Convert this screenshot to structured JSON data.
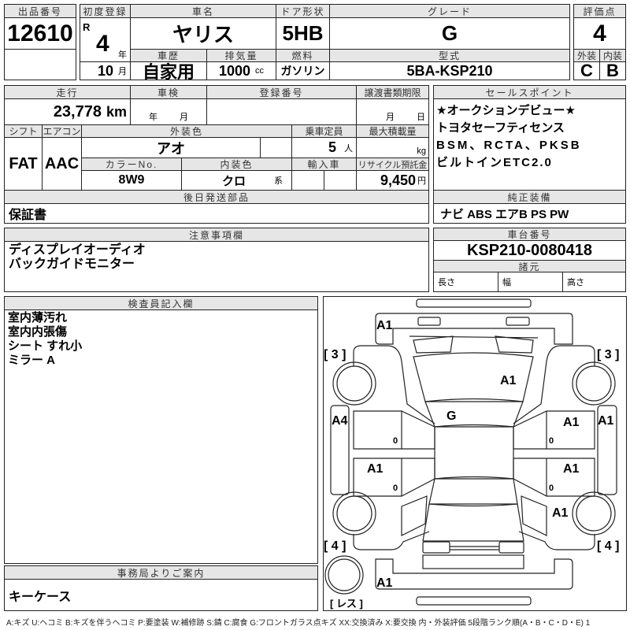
{
  "lot": {
    "label": "出品番号",
    "value": "12610"
  },
  "first_reg": {
    "label": "初度登録",
    "era": "R",
    "year": "4",
    "year_unit": "年",
    "month": "10",
    "month_unit": "月"
  },
  "car_name": {
    "label": "車名",
    "value": "ヤリス"
  },
  "door": {
    "label": "ドア形状",
    "value": "5HB"
  },
  "grade": {
    "label": "グレード",
    "value": "G"
  },
  "history": {
    "label": "車歴",
    "value": "自家用"
  },
  "displacement": {
    "label": "排気量",
    "value": "1000",
    "unit": "cc"
  },
  "fuel": {
    "label": "燃料",
    "value": "ガソリン"
  },
  "model": {
    "label": "型式",
    "value": "5BA-KSP210"
  },
  "score": {
    "label": "評価点",
    "value": "4",
    "ext_label": "外装",
    "int_label": "内装",
    "ext": "C",
    "int": "B"
  },
  "mileage": {
    "label": "走行",
    "value": "23,778",
    "unit": "km"
  },
  "inspection": {
    "label": "車検",
    "year_unit": "年",
    "month_unit": "月"
  },
  "reg_number": {
    "label": "登録番号"
  },
  "transfer": {
    "label": "譲渡書類期限",
    "month_unit": "月",
    "day_unit": "日"
  },
  "shift": {
    "label": "シフト",
    "value": "FAT"
  },
  "aircon": {
    "label": "エアコン",
    "value": "AAC"
  },
  "ext_color": {
    "label": "外装色",
    "value": "アオ"
  },
  "capacity": {
    "label": "乗車定員",
    "value": "5",
    "unit": "人"
  },
  "max_load": {
    "label": "最大積載量",
    "unit": "kg"
  },
  "color_no": {
    "label": "カラーNo.",
    "value": "8W9"
  },
  "int_color": {
    "label": "内装色",
    "value": "クロ",
    "suffix": "系"
  },
  "import": {
    "label": "輸入車"
  },
  "recycle": {
    "label": "リサイクル預託金",
    "value": "9,450",
    "unit": "円"
  },
  "later_parts": {
    "label": "後日発送部品",
    "value": "保証書"
  },
  "sales_points": {
    "label": "セールスポイント",
    "lines": [
      "★オークションデビュー★",
      "トヨタセーフティセンス",
      "BSM、RCTA、PKSB",
      "ビルトインETC2.0"
    ]
  },
  "equipment": {
    "label": "純正装備",
    "value": "ナビ ABS エアB PS PW"
  },
  "notes": {
    "label": "注意事項欄",
    "lines": [
      "ディスプレイオーディオ",
      "バックガイドモニター"
    ]
  },
  "chassis": {
    "label": "車台番号",
    "value": "KSP210-0080418"
  },
  "specs": {
    "label": "諸元",
    "length": "長さ",
    "width": "幅",
    "height": "高さ"
  },
  "inspector": {
    "label": "検査員記入欄",
    "lines": [
      "室内薄汚れ",
      "室内内張傷",
      "シート すれ小",
      "ミラー A"
    ]
  },
  "office": {
    "label": "事務局よりご案内",
    "value": "キーケース"
  },
  "diagram": {
    "front_bumper": "A1",
    "hood": "A1",
    "windshield": "G",
    "left_front_fender_tire": "[ 3 ]",
    "right_front_fender_tire": "[ 3 ]",
    "left_rocker": "A4",
    "right_front_door": "A1",
    "right_rocker": "A1",
    "left_rear_door": "A1",
    "right_rear_door": "A1",
    "right_rear_quarter": "A1",
    "left_rear_tire": "[ 4 ]",
    "right_rear_tire": "[ 4 ]",
    "rear_bumper": "A1",
    "spare_tire": "[ レス ]",
    "window_marks": [
      "0",
      "0",
      "0",
      "0"
    ]
  },
  "legend": "A:キズ U:ヘコミ B:キズを伴うヘコミ P:要塗装 W:補修跡 S:錆 C:腐食 G:フロントガラス点キズ XX:交換済み X:要交換 内・外装評価 5段階ランク順(A・B・C・D・E) 1"
}
